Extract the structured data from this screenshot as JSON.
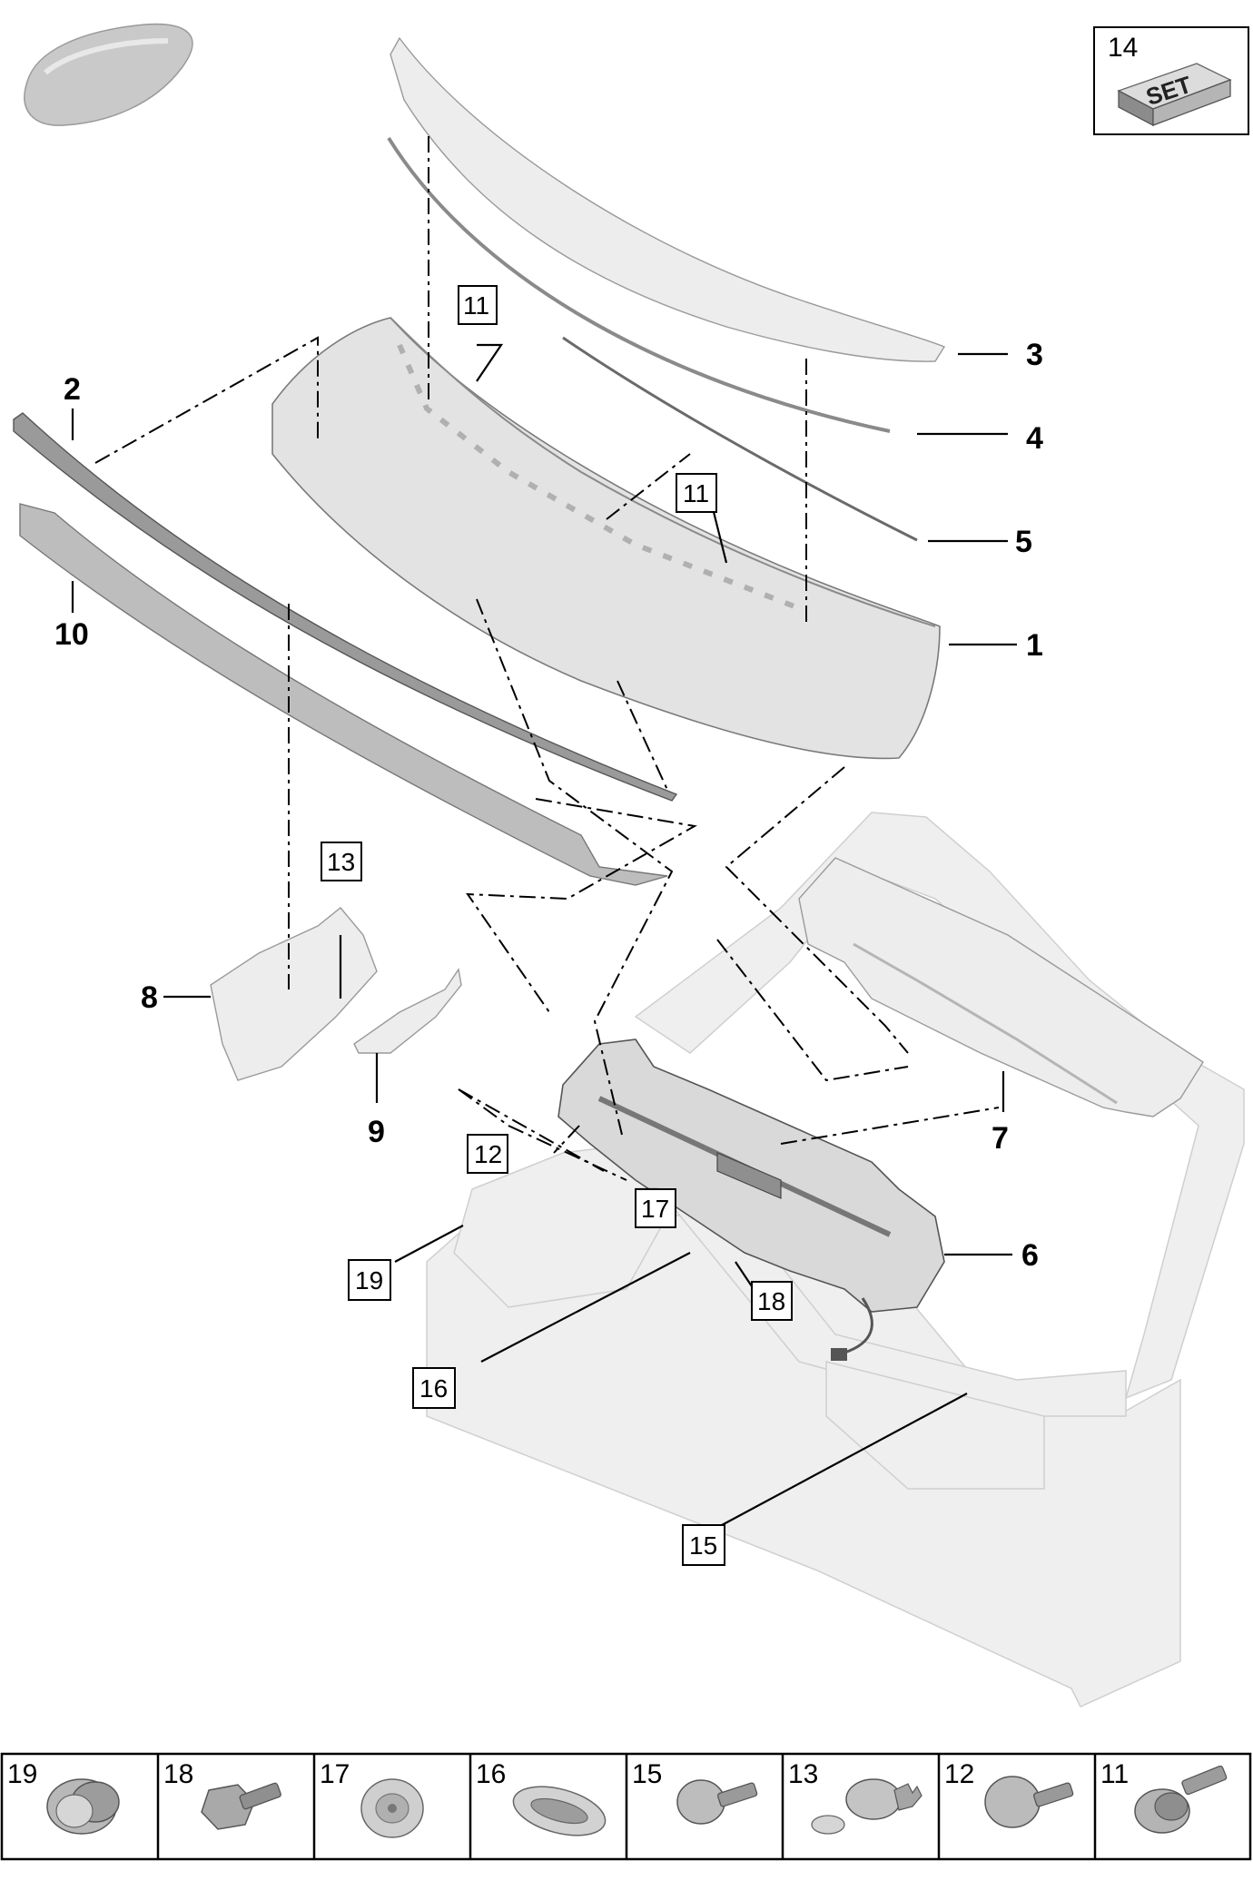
{
  "callouts": {
    "p1": "1",
    "p2": "2",
    "p3": "3",
    "p4": "4",
    "p5": "5",
    "p6": "6",
    "p7": "7",
    "p8": "8",
    "p9": "9",
    "p10": "10"
  },
  "boxed": {
    "b11a": "11",
    "b11b": "11",
    "b12": "12",
    "b13": "13",
    "b15": "15",
    "b16": "16",
    "b17": "17",
    "b18": "18",
    "b19": "19"
  },
  "set_box": {
    "number": "14",
    "label": "SET"
  },
  "fastener_strip": [
    "19",
    "18",
    "17",
    "16",
    "15",
    "13",
    "12",
    "11"
  ]
}
